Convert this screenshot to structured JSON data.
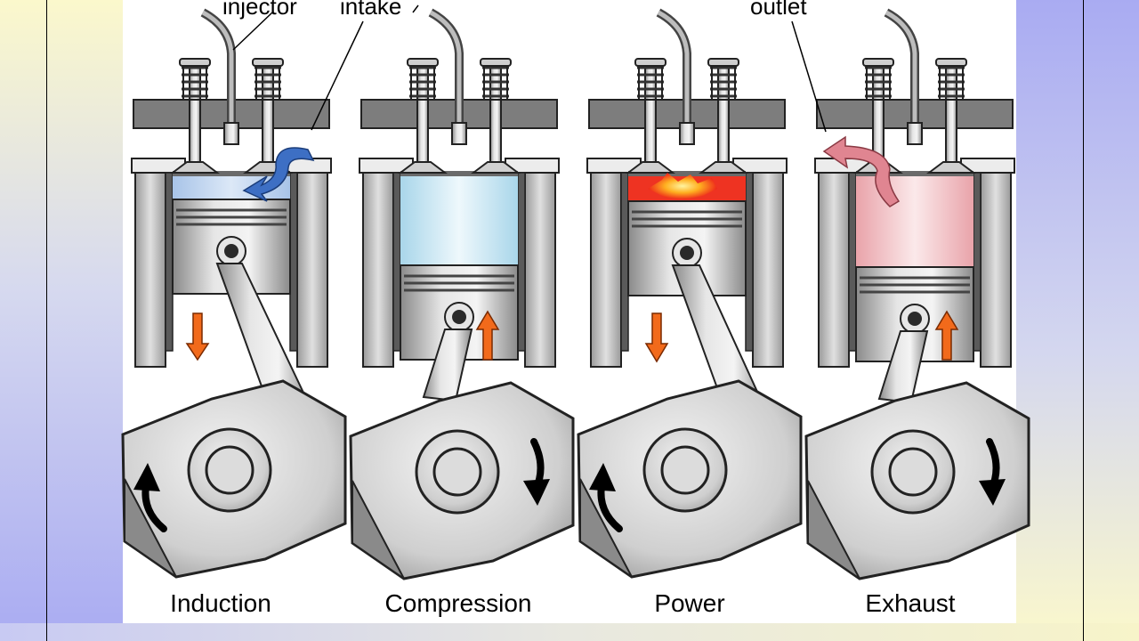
{
  "callouts": {
    "injector": "injector",
    "intake": "intake",
    "outlet": "outlet"
  },
  "strokes": [
    {
      "label": "Induction",
      "piston": "down",
      "charge": "blue",
      "crank_arrow": "up"
    },
    {
      "label": "Compression",
      "piston": "up",
      "charge": "lightblue",
      "crank_arrow": "down"
    },
    {
      "label": "Power",
      "piston": "down",
      "charge": "fire",
      "crank_arrow": "up"
    },
    {
      "label": "Exhaust",
      "piston": "up",
      "charge": "pink",
      "crank_arrow": "down"
    }
  ],
  "colors": {
    "piston_arrow": "#f26a1b",
    "intake_flow": "#3d6fc4",
    "exhaust_flow": "#e08591",
    "metal_dark": "#7b7b7b",
    "metal_light": "#d9d9d9"
  }
}
